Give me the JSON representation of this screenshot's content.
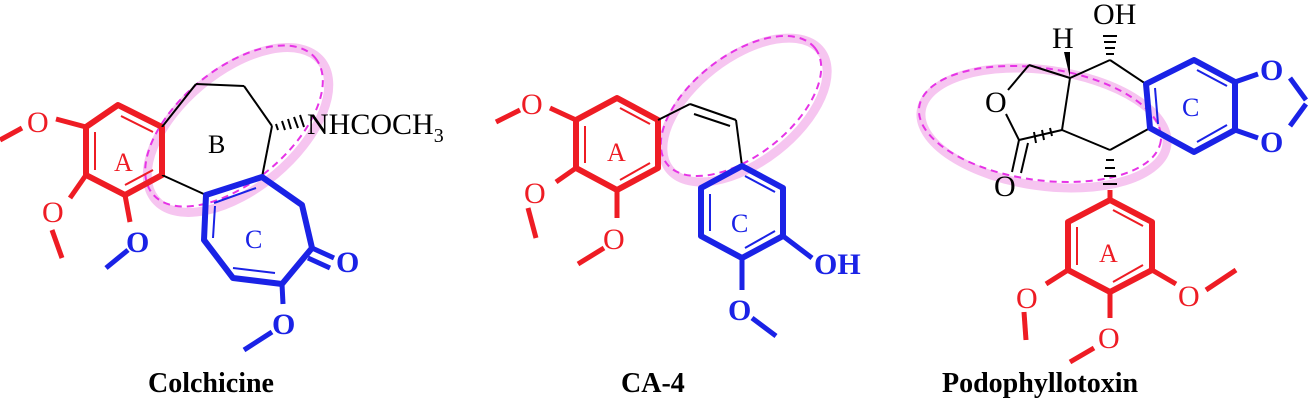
{
  "colors": {
    "ring_a": "#ee1c24",
    "ring_c": "#1a22e6",
    "bond_black": "#000000",
    "pharmacophore_ellipse": "#e633e6",
    "pharmacophore_shadow": "#f4b6ec"
  },
  "molecules": [
    {
      "name": "Colchicine",
      "ring_labels": [
        "A",
        "B",
        "C"
      ],
      "atoms": [
        "O",
        "O",
        "O",
        "O",
        "O",
        "NHCOCH",
        "3"
      ]
    },
    {
      "name": "CA-4",
      "ring_labels": [
        "A",
        "C"
      ],
      "atoms": [
        "O",
        "O",
        "O",
        "OH",
        "O"
      ]
    },
    {
      "name": "Podophyllotoxin",
      "ring_labels": [
        "C",
        "A"
      ],
      "atoms": [
        "OH",
        "H",
        "O",
        "O",
        "O",
        "O",
        "O",
        "O",
        "O"
      ]
    }
  ]
}
